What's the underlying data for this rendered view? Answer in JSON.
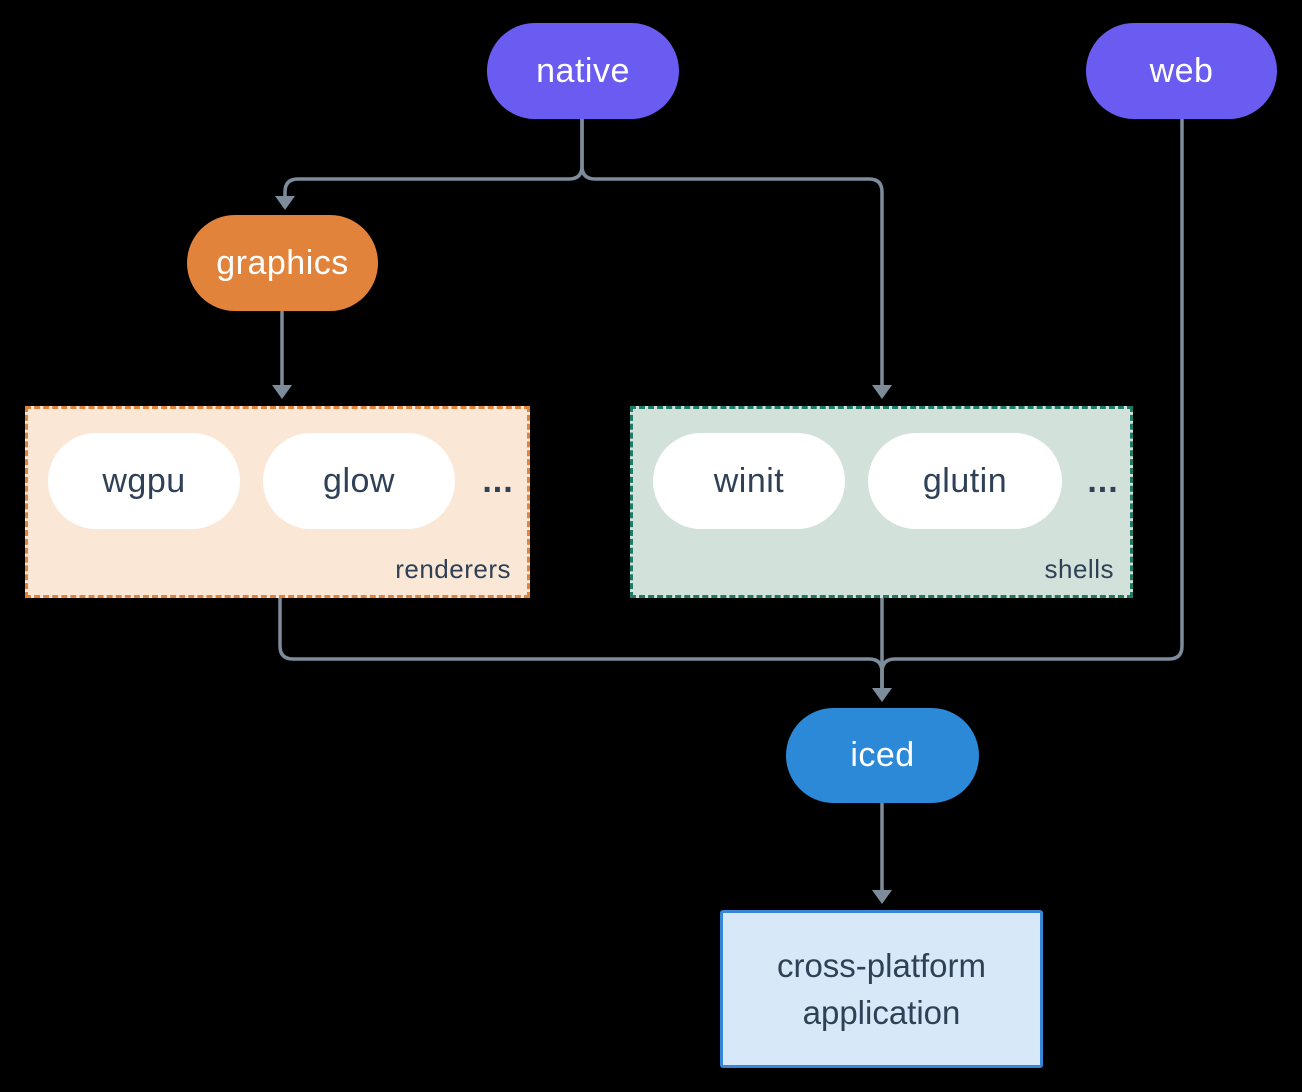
{
  "nodes": {
    "native": "native",
    "web": "web",
    "graphics": "graphics",
    "iced": "iced",
    "application": "cross-platform application"
  },
  "groups": {
    "renderers": {
      "label": "renderers",
      "items": [
        "wgpu",
        "glow"
      ],
      "more": "..."
    },
    "shells": {
      "label": "shells",
      "items": [
        "winit",
        "glutin"
      ],
      "more": "..."
    }
  },
  "edges": [
    {
      "from": "native",
      "to": "graphics"
    },
    {
      "from": "native",
      "to": "shells"
    },
    {
      "from": "graphics",
      "to": "renderers"
    },
    {
      "from": "renderers",
      "to": "iced"
    },
    {
      "from": "shells",
      "to": "iced"
    },
    {
      "from": "web",
      "to": "iced"
    },
    {
      "from": "iced",
      "to": "application"
    }
  ],
  "colors": {
    "platform_pill": "#6A5CF0",
    "graphics_pill": "#E2833B",
    "iced_pill": "#2C89D8",
    "renderers_fill": "#FAE7D6",
    "renderers_border": "#E2833B",
    "shells_fill": "#D3E1DB",
    "shells_border": "#1F7A68",
    "application_fill": "#D7E8F8",
    "application_border": "#3787D8",
    "connector": "#7D8C9B",
    "dark_text": "#2F4156"
  }
}
